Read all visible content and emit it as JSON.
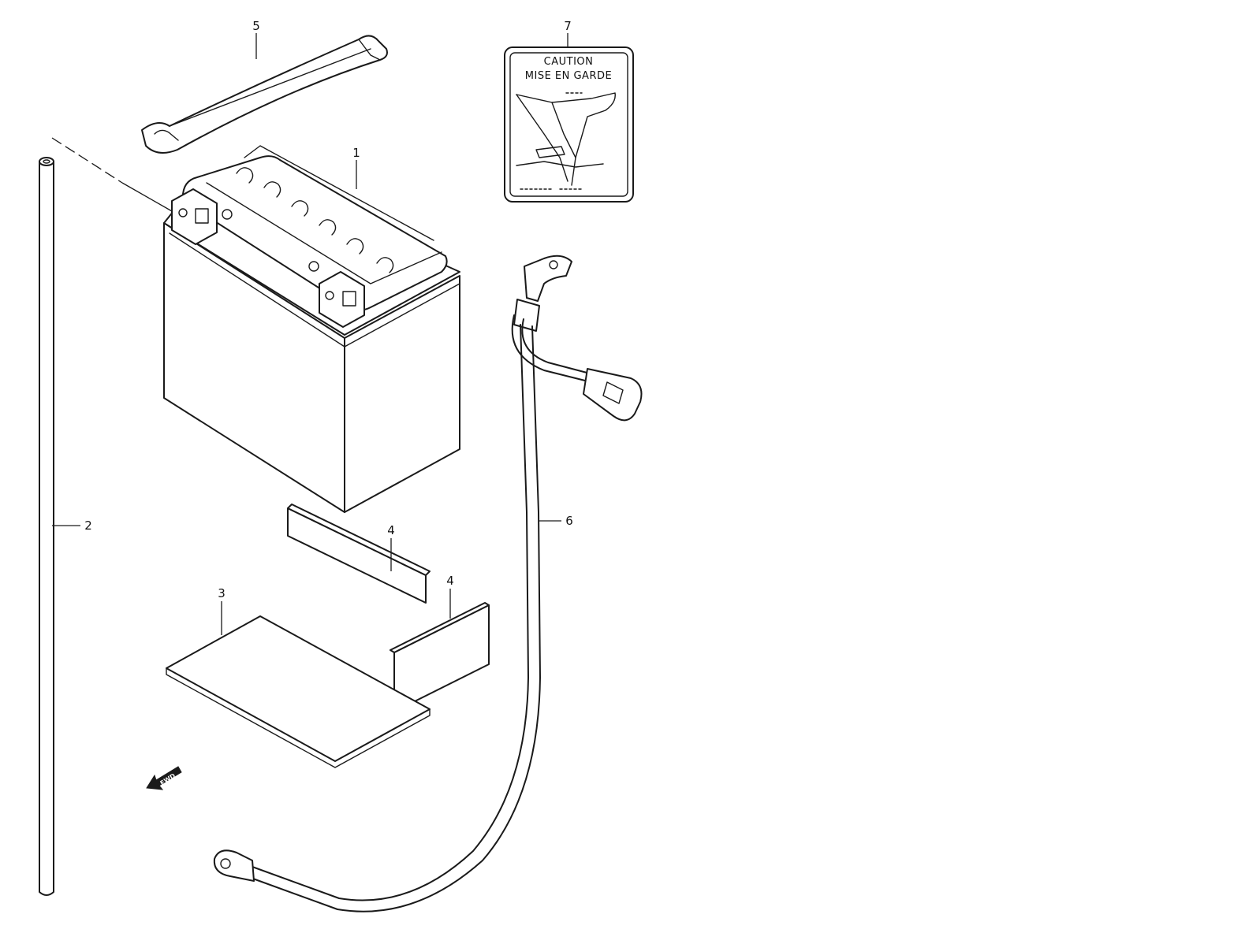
{
  "callouts": {
    "battery": "1",
    "breather_hose": "2",
    "tray_pad": "3",
    "side_pad_a": "4",
    "side_pad_b": "4",
    "strap": "5",
    "lead_wire": "6",
    "caution_label": "7"
  },
  "caution_label": {
    "line1": "CAUTION",
    "line2": "MISE EN GARDE"
  },
  "direction_marker": "FWD"
}
